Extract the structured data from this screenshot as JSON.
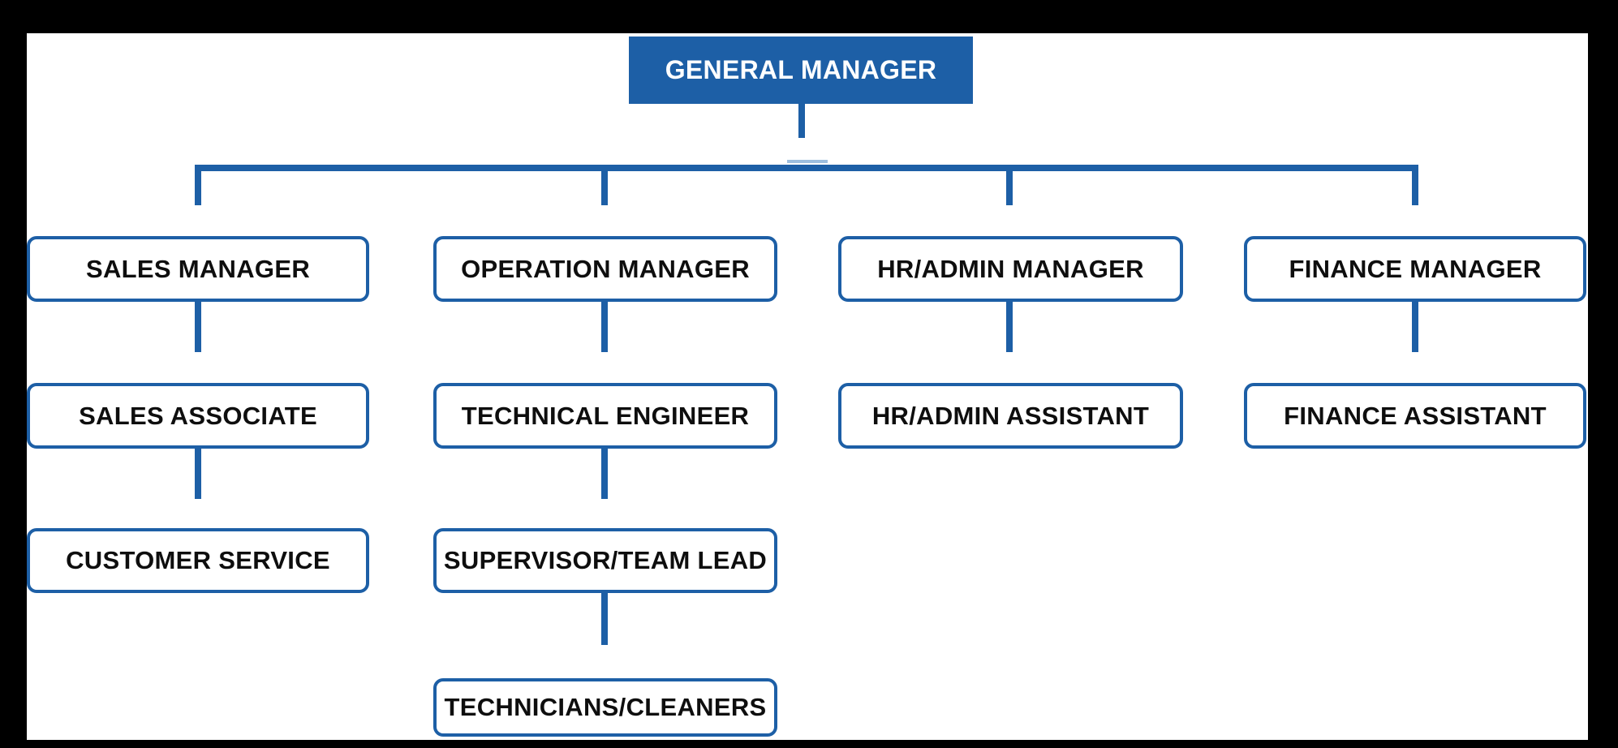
{
  "org": {
    "title": "organization-chart",
    "root": {
      "label": "GENERAL MANAGER"
    },
    "columns": [
      {
        "name": "sales",
        "nodes": [
          {
            "label": "SALES MANAGER"
          },
          {
            "label": "SALES ASSOCIATE"
          },
          {
            "label": "CUSTOMER SERVICE"
          }
        ]
      },
      {
        "name": "operation",
        "nodes": [
          {
            "label": "OPERATION MANAGER"
          },
          {
            "label": "TECHNICAL ENGINEER"
          },
          {
            "label": "SUPERVISOR/TEAM LEAD"
          },
          {
            "label": "TECHNICIANS/CLEANERS"
          }
        ]
      },
      {
        "name": "hr",
        "nodes": [
          {
            "label": "HR/ADMIN MANAGER"
          },
          {
            "label": "HR/ADMIN ASSISTANT"
          }
        ]
      },
      {
        "name": "finance",
        "nodes": [
          {
            "label": "FINANCE MANAGER"
          },
          {
            "label": "FINANCE ASSISTANT"
          }
        ]
      }
    ],
    "colors": {
      "accent_blue": "#1d5fa6",
      "root_text": "#ffffff",
      "node_text": "#0e0e0e",
      "frame_black": "#000000",
      "canvas_white": "#ffffff"
    }
  }
}
